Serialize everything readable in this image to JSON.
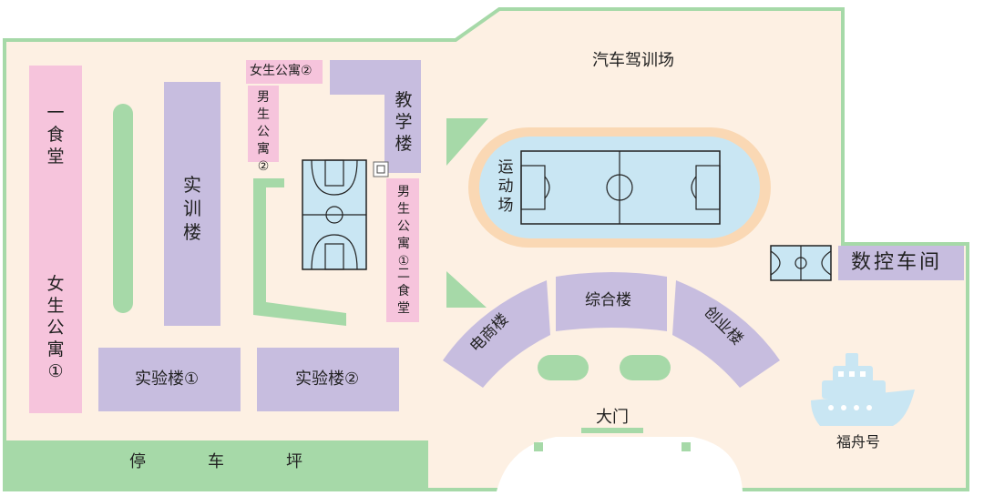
{
  "colors": {
    "ground": "#fdf0e3",
    "border": "#a6d9a8",
    "pink_building": "#f6c4dc",
    "purple_building": "#c7bddf",
    "court": "#c9e6f3",
    "track": "#fad8b4",
    "green": "#a6d9a8",
    "ship": "#c9e6f3"
  },
  "labels": {
    "driving_range": "汽车驾训场",
    "canteen_1": "一食堂",
    "girls_dorm_1": "女生公寓①",
    "training_building": "实训楼",
    "girls_dorm_2": "女生公寓②",
    "boys_dorm_2": "男生公寓②",
    "teaching_building": "教学楼",
    "boys_dorm_1": "男生公寓①",
    "canteen_2": "二食堂",
    "sports_field": "运动场",
    "cnc_workshop": "数控车间",
    "ecommerce_building": "电商楼",
    "comprehensive_building": "综合楼",
    "entrepreneurship_building": "创业楼",
    "lab_building_1": "实验楼①",
    "lab_building_2": "实验楼②",
    "parking_1": "停",
    "parking_2": "车",
    "parking_3": "坪",
    "main_gate": "大门",
    "ship_name": "福舟号"
  },
  "icons": {
    "basketball_court": "basketball-court-icon",
    "football_field": "football-field-icon",
    "ship": "ship-icon",
    "toilet": "toilet-icon"
  }
}
